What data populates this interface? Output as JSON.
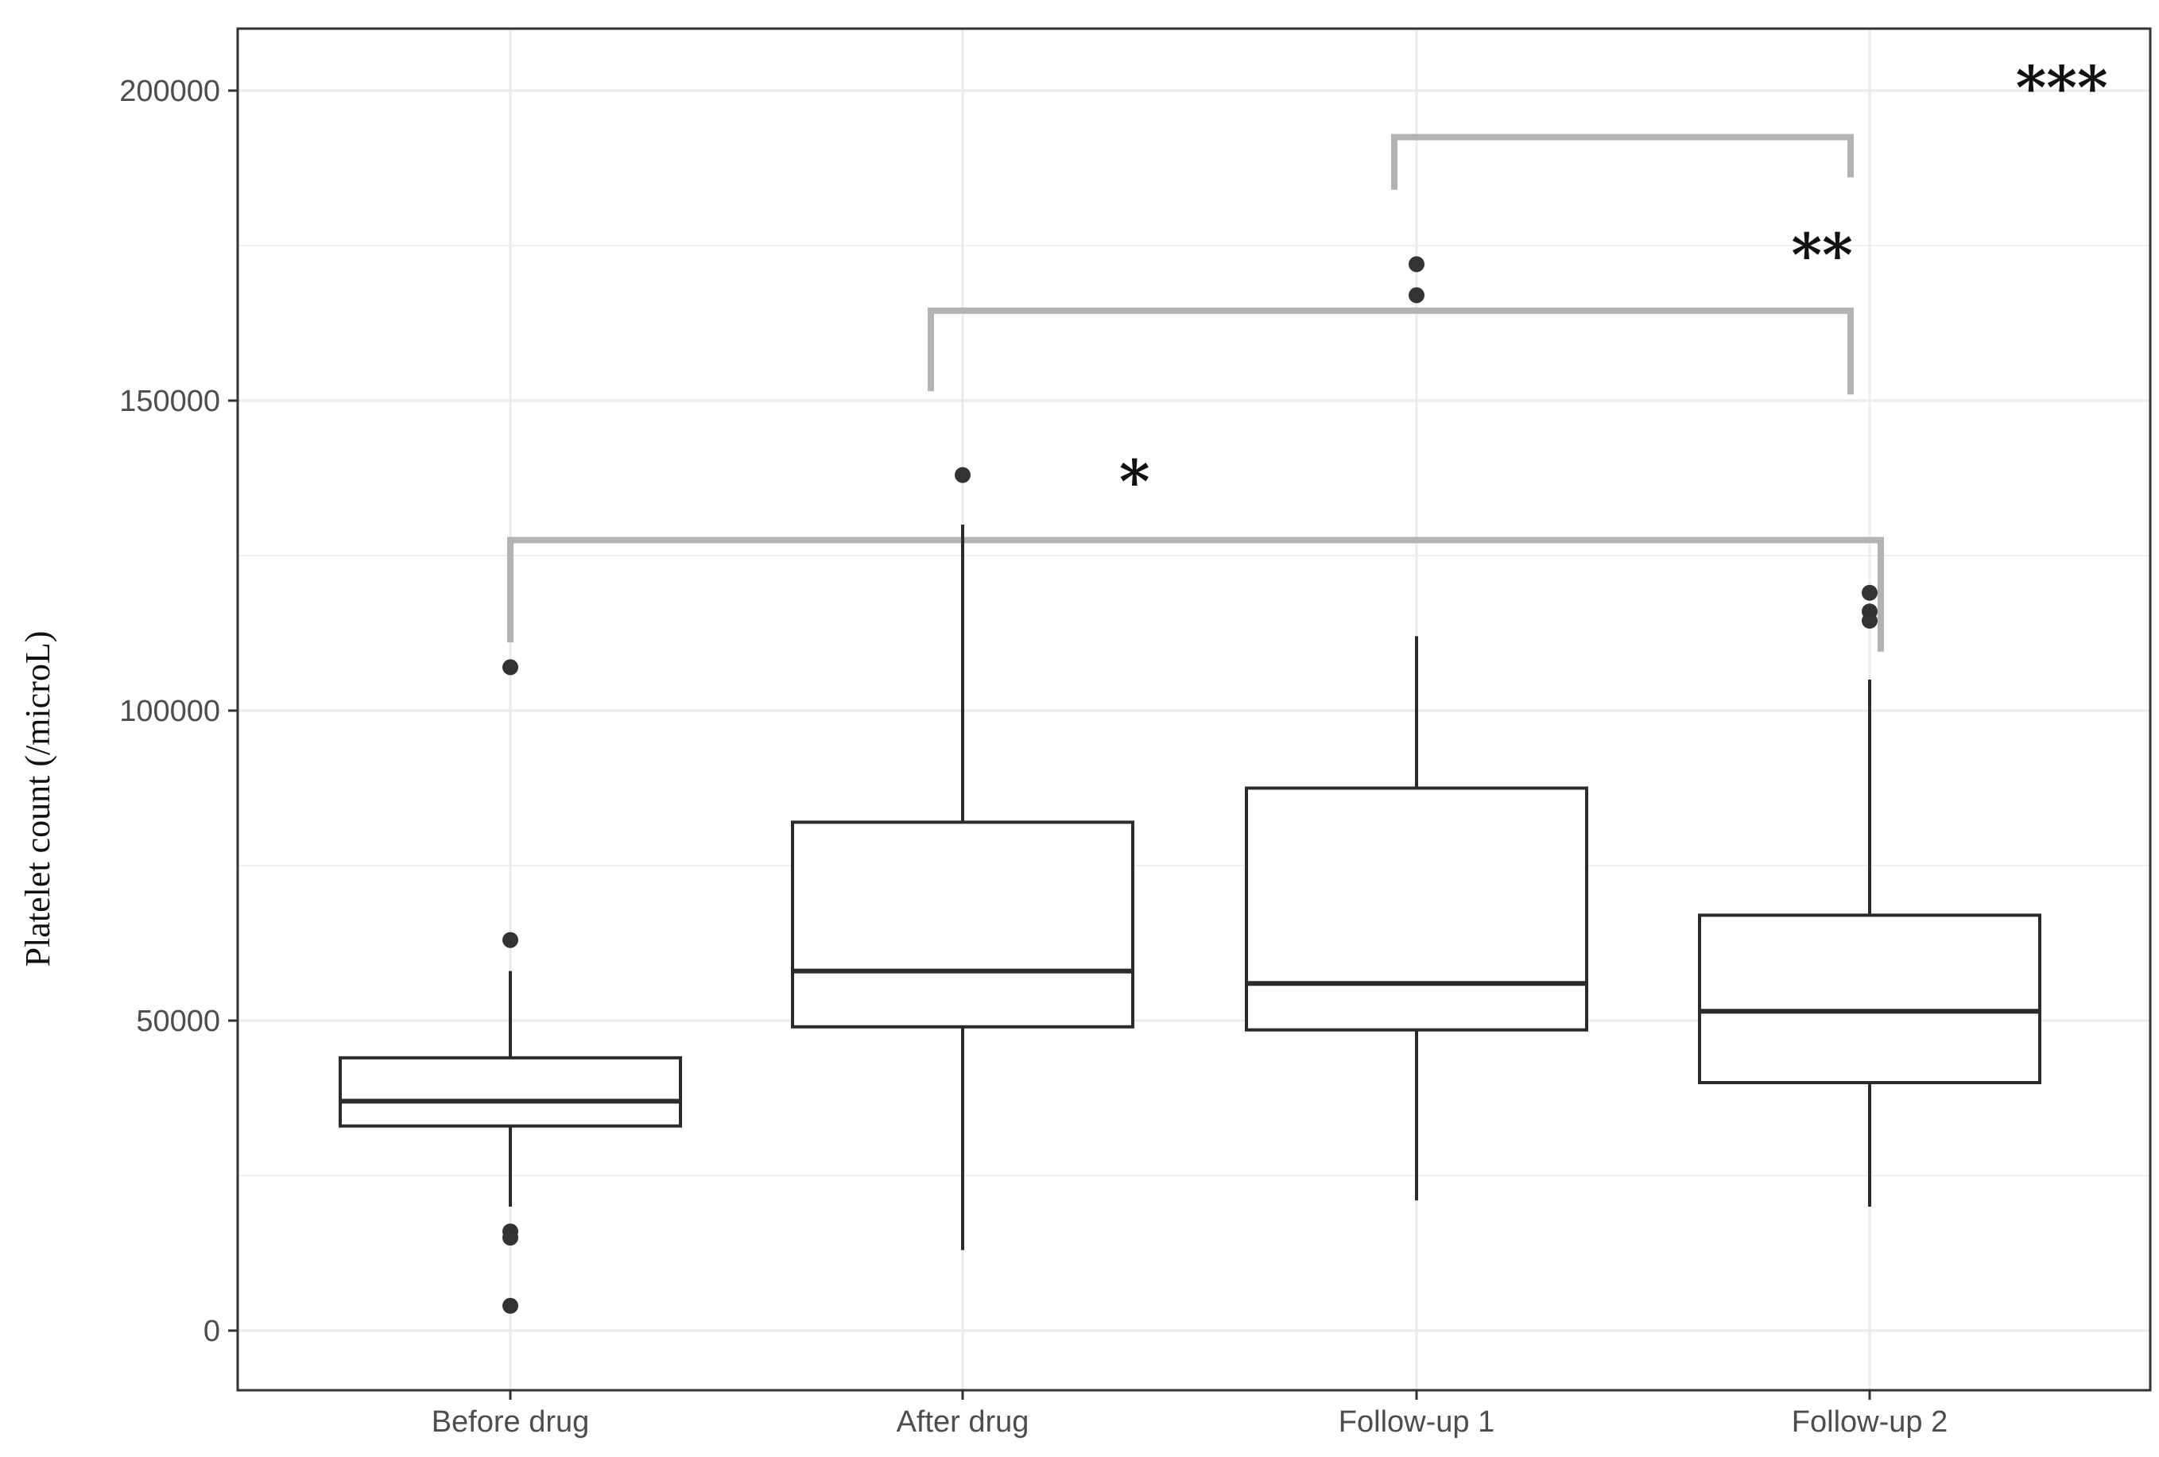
{
  "chart_data": {
    "type": "box",
    "title": "",
    "xlabel": "",
    "ylabel": "Platelet count (/microL)",
    "categories": [
      "Before drug",
      "After drug",
      "Follow-up 1",
      "Follow-up 2"
    ],
    "ylim": [
      -10000,
      210000
    ],
    "yticks": [
      {
        "value": 0,
        "label": "0"
      },
      {
        "value": 50000,
        "label": "50000"
      },
      {
        "value": 100000,
        "label": "100000"
      },
      {
        "value": 150000,
        "label": "150000"
      },
      {
        "value": 200000,
        "label": "200000"
      }
    ],
    "minor_yticks": [
      25000,
      75000,
      125000,
      175000
    ],
    "grid": true,
    "boxes": [
      {
        "category": "Before drug",
        "whisker_low": 20000,
        "q1": 33000,
        "median": 37000,
        "q3": 44000,
        "whisker_high": 58000,
        "outliers": [
          107000,
          63000,
          16000,
          15000,
          4000
        ]
      },
      {
        "category": "After drug",
        "whisker_low": 13000,
        "q1": 49000,
        "median": 58000,
        "q3": 82000,
        "whisker_high": 130000,
        "outliers": [
          138000
        ]
      },
      {
        "category": "Follow-up 1",
        "whisker_low": 21000,
        "q1": 48500,
        "median": 56000,
        "q3": 87500,
        "whisker_high": 112000,
        "outliers": [
          172000,
          167000
        ]
      },
      {
        "category": "Follow-up 2",
        "whisker_low": 20000,
        "q1": 40000,
        "median": 51500,
        "q3": 67000,
        "whisker_high": 105000,
        "outliers": [
          119000,
          116000,
          114500
        ]
      }
    ],
    "significance": [
      {
        "from": "Before drug",
        "to": "Follow-up 2",
        "level": 127500,
        "left_tip": 111000,
        "right_tip": 109500,
        "label": "*",
        "label_x": 1.38,
        "label_y": 137000
      },
      {
        "from": "After drug",
        "to": "Follow-up 2",
        "level": 164500,
        "left_tip": 151500,
        "right_tip": 151000,
        "label": "**",
        "label_x": 2.9,
        "label_y": 173500
      },
      {
        "from": "Follow-up 1",
        "to": "Follow-up 2",
        "level": 192500,
        "left_tip": 184000,
        "right_tip": 186000,
        "label": "***",
        "label_x": 3.43,
        "label_y": 200500
      }
    ],
    "colors": {
      "box_stroke": "#2b2b2b",
      "grid": "#ebebeb",
      "bracket": "#b3b3b3",
      "panel_border": "#333333",
      "point": "#333333"
    }
  }
}
